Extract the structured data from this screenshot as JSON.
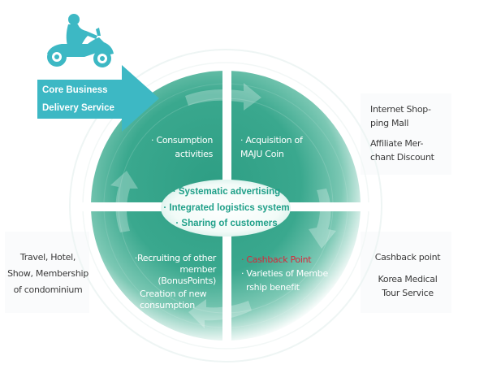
{
  "colors": {
    "teal_main": "#3aa88e",
    "teal_dark": "#27967c",
    "cyan_accent": "#3db8c4",
    "center_text": "#20a089",
    "highlight_red": "#d8283a",
    "side_text": "#3a3a3a"
  },
  "core": {
    "icon": "motorcycle-rider-icon",
    "lines": [
      "Core Business",
      "Delivery Service"
    ]
  },
  "quadrants": {
    "top_left": {
      "lines": [
        "· Consumption",
        "activities"
      ]
    },
    "top_right": {
      "lines": [
        "· Acquisition of",
        "MAJU Coin"
      ]
    },
    "bottom_left": {
      "lines": [
        "·Recruiting of other",
        "member (BonusPoints)",
        "Creation of new",
        "consumption"
      ]
    },
    "bottom_right": {
      "highlight": "· Cashback Point",
      "lines": [
        "· Varieties of  Membe",
        "rship benefit"
      ]
    }
  },
  "center": {
    "items": [
      "· Systematic advertising",
      "· Integrated logistics  system",
      "· Sharing of customers"
    ]
  },
  "side_boxes": {
    "top_right": {
      "items": [
        [
          "Internet Shop-",
          "ping Mall"
        ],
        [
          "Affiliate  Mer-",
          "chant Discount"
        ]
      ]
    },
    "bottom_left": {
      "items": [
        [
          "Travel, Hotel,"
        ],
        [
          "Show, Membership"
        ],
        [
          "of condominium"
        ]
      ]
    },
    "bottom_right": {
      "items": [
        [
          "Cashback  point"
        ],
        [
          "Korea Medical",
          "Tour Service"
        ]
      ]
    }
  },
  "cycle_arrows": [
    "arrow-right-icon",
    "arrow-down-icon",
    "arrow-left-icon",
    "arrow-up-icon"
  ]
}
